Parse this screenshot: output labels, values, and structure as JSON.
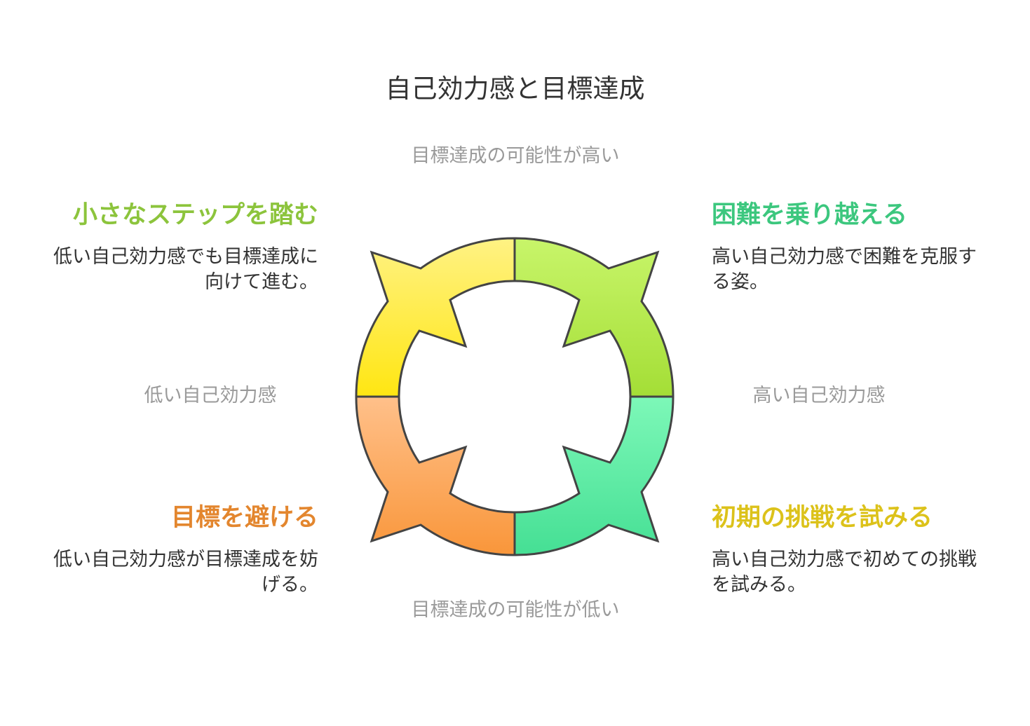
{
  "title": "自己効力感と目標達成",
  "axes": {
    "top": "目標達成の可能性が高い",
    "bottom": "目標達成の可能性が低い",
    "left": "低い自己効力感",
    "right": "高い自己効力感"
  },
  "quadrants": {
    "top_left": {
      "heading": "小さなステップを踏む",
      "desc": "低い自己効力感でも目標達成に向けて進む。",
      "color": "#8cc43c"
    },
    "top_right": {
      "heading": "困難を乗り越える",
      "desc": "高い自己効力感で困難を克服する姿。",
      "color": "#3cc77e"
    },
    "bottom_left": {
      "heading": "目標を避ける",
      "desc": "低い自己効力感が目標達成を妨げる。",
      "color": "#e3862e"
    },
    "bottom_right": {
      "heading": "初期の挑戦を試みる",
      "desc": "高い自己効力感で初めての挑戦を試みる。",
      "color": "#dcc21a"
    }
  }
}
